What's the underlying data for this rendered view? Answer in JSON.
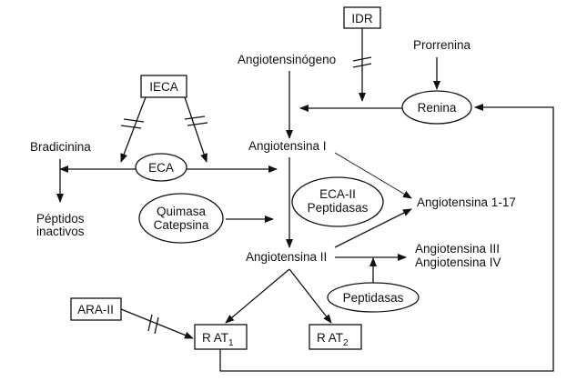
{
  "nodes": {
    "idr": "IDR",
    "prorrenina": "Prorrenina",
    "angiotensinogeno": "Angiotensinógeno",
    "renina": "Renina",
    "ieca": "IECA",
    "bradicinina": "Bradicinina",
    "eca": "ECA",
    "angiotensina_1": "Angiotensina I",
    "peptidos_line1": "Péptidos",
    "peptidos_line2": "inactivos",
    "quimasa": "Quimasa",
    "catepsina": "Catepsina",
    "eca2": "ECA-II",
    "peptidasas_1": "Peptidasas",
    "angiotensina_1_17": "Angiotensina 1-17",
    "angiotensina_2": "Angiotensina II",
    "angiotensina_3": "Angiotensina III",
    "angiotensina_4": "Angiotensina IV",
    "peptidasas_2": "Peptidasas",
    "ara2": "ARA-II",
    "rat1_main": "R AT",
    "rat1_sub": "1",
    "rat2_main": "R AT",
    "rat2_sub": "2"
  }
}
